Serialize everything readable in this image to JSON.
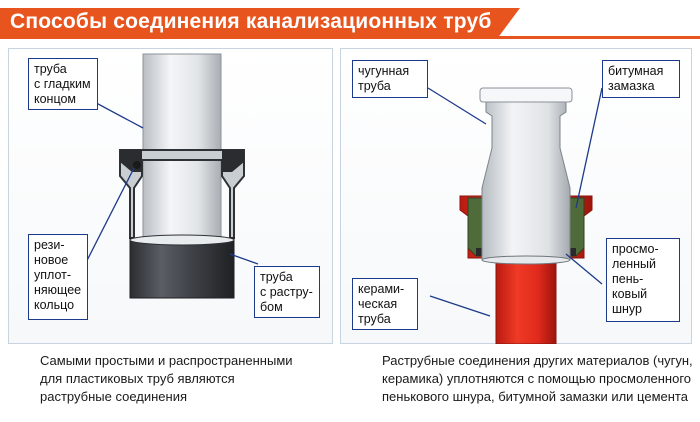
{
  "title": "Способы соединения канализационных труб",
  "left_panel": {
    "labels": {
      "smooth_pipe": "труба\nс гладким\nконцом",
      "rubber_seal": "рези-\nновое\nуплот-\nняющее\nкольцо",
      "socket_pipe": "труба\nс растру-\nбом"
    },
    "caption": "Самыми простыми и распространенными\nдля пластиковых труб являются\nраструбные соединения"
  },
  "right_panel": {
    "labels": {
      "cast_iron_pipe": "чугунная\nтруба",
      "bitumen_seal": "битумная\nзамазка",
      "ceramic_pipe": "керами-\nческая\nтруба",
      "tarred_cord": "просмо-\nленный\nпень-\nковый\nшнур"
    },
    "caption": "Раструбные соединения других материалов (чугун,\nкерамика) уплотняются с помощью просмоленного\nпенькового шнура, битумной замазки или цемента"
  },
  "colors": {
    "accent": "#e8541e",
    "callout_border": "#1d3a8a",
    "plastic_pipe": "#d9dde2",
    "dark_pipe": "#3c3f44",
    "ceramic_red": "#e02a1c",
    "bitumen_green": "#4f6b3a"
  }
}
